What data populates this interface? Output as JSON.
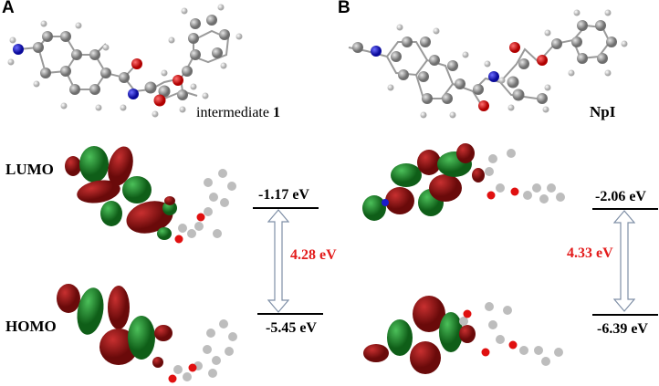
{
  "panels": [
    {
      "letter": "A",
      "molecule_label": "intermediate ",
      "molecule_label_bold": "1",
      "orbitals": {
        "lumo_label": "LUMO",
        "homo_label": "HOMO",
        "lumo_energy": "-1.17 eV",
        "homo_energy": "-5.45 eV",
        "gap": "4.28 eV"
      }
    },
    {
      "letter": "B",
      "molecule_label": "NpI",
      "orbitals": {
        "lumo_energy": "-2.06 eV",
        "homo_energy": "-6.39 eV",
        "gap": "4.33 eV"
      }
    }
  ],
  "colors": {
    "gap_text": "#e31b1b",
    "lobe_positive": "#1f8a2a",
    "lobe_negative": "#8e1111",
    "carbon": "#8c8c8c",
    "hydrogen": "#d9d9d9",
    "nitrogen": "#1a1acc",
    "oxygen": "#e01010",
    "arrow_stroke": "#7f8fa6"
  }
}
